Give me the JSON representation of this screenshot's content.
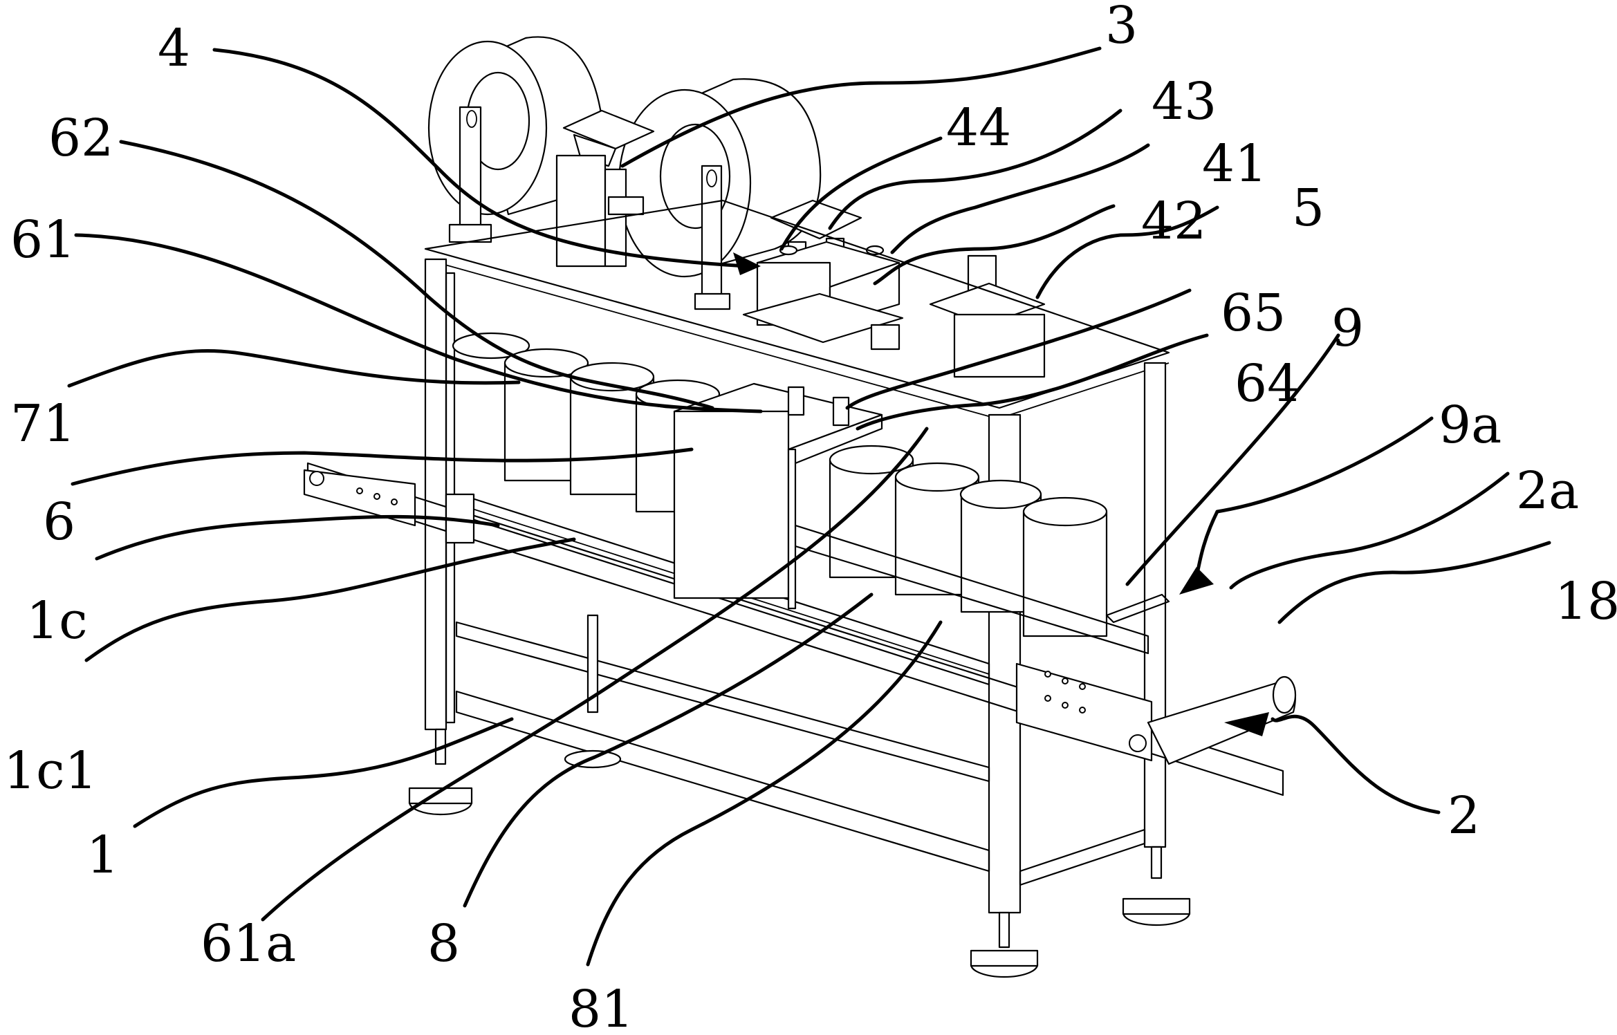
{
  "figure": {
    "type": "patent-line-drawing",
    "subject": "Can/cup labeling machine with conveyor, frame, film rolls and sealing units",
    "line_color": "#000000",
    "background_color": "#ffffff"
  },
  "labels": [
    {
      "id": "4",
      "text": "4"
    },
    {
      "id": "3",
      "text": "3"
    },
    {
      "id": "44",
      "text": "44"
    },
    {
      "id": "43",
      "text": "43"
    },
    {
      "id": "41",
      "text": "41"
    },
    {
      "id": "42",
      "text": "42"
    },
    {
      "id": "5",
      "text": "5"
    },
    {
      "id": "62",
      "text": "62"
    },
    {
      "id": "61",
      "text": "61"
    },
    {
      "id": "65",
      "text": "65"
    },
    {
      "id": "64",
      "text": "64"
    },
    {
      "id": "9",
      "text": "9"
    },
    {
      "id": "9a",
      "text": "9a"
    },
    {
      "id": "2a",
      "text": "2a"
    },
    {
      "id": "18",
      "text": "18"
    },
    {
      "id": "2",
      "text": "2"
    },
    {
      "id": "71",
      "text": "71"
    },
    {
      "id": "6",
      "text": "6"
    },
    {
      "id": "1c",
      "text": "1c"
    },
    {
      "id": "1c1",
      "text": "1c1"
    },
    {
      "id": "1",
      "text": "1"
    },
    {
      "id": "61a",
      "text": "61a"
    },
    {
      "id": "8",
      "text": "8"
    },
    {
      "id": "81",
      "text": "81"
    }
  ],
  "arrow_labels": [
    "4",
    "9a",
    "2"
  ]
}
